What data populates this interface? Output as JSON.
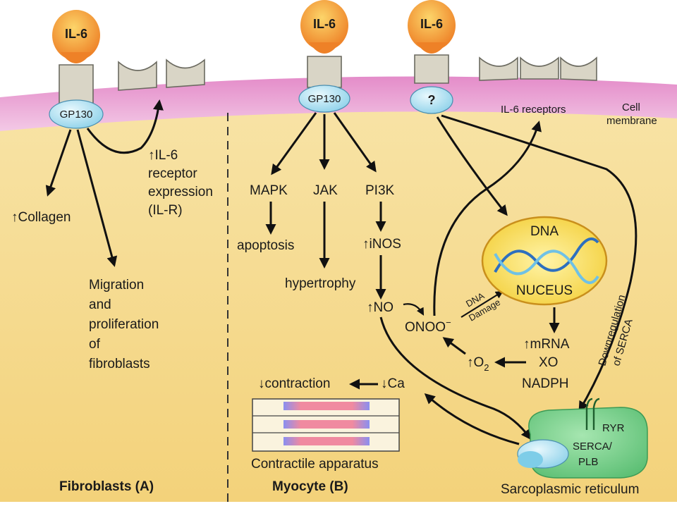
{
  "ligands": {
    "left": "IL-6",
    "center": "IL-6",
    "right": "IL-6"
  },
  "membrane": {
    "receptor_left": "GP130",
    "receptor_center": "GP130",
    "receptor_unknown": "?",
    "il6_receptors": "IL-6 receptors",
    "cell_membrane_line1": "Cell",
    "cell_membrane_line2": "membrane"
  },
  "fibroblast": {
    "collagen": "↑Collagen",
    "il6_expr_line1": "↑IL-6",
    "il6_expr_line2": "receptor",
    "il6_expr_line3": "expression",
    "il6_expr_line4": "(IL-R)",
    "migration_line1": "Migration",
    "migration_line2": "and",
    "migration_line3": "proliferation",
    "migration_line4": "of",
    "migration_line5": "fibroblasts",
    "panel_label": "Fibroblasts (A)"
  },
  "myocyte": {
    "mapk": "MAPK",
    "jak": "JAK",
    "pi3k": "PI3K",
    "apoptosis": "apoptosis",
    "hypertrophy": "hypertrophy",
    "inos": "↑iNOS",
    "no": "↑NO",
    "onoo": "ONOO",
    "onoo_sup": "−",
    "dna_damage_line1": "DNA",
    "dna_damage_line2": "Damage",
    "dna": "DNA",
    "nucleus": "NUCEUS",
    "mrna": "↑mRNA",
    "xo": "XO",
    "nadph": "NADPH",
    "o2": "↑O",
    "o2_sub": "2",
    "downregulation_line1": "Downregulation",
    "downregulation_line2": "of SERCA",
    "contraction": "↓contraction",
    "ca": "↓Ca",
    "contractile": "Contractile apparatus",
    "ryr": "RYR",
    "serca_line1": "SERCA/",
    "serca_line2": "PLB",
    "sr": "Sarcoplasmic reticulum",
    "panel_label": "Myocyte (B)"
  },
  "colors": {
    "cytoplasm": "#f6dc92",
    "membrane": "#e79ad0",
    "ligand_orange": "#f29a2e",
    "receptor_blue": "#a9def0",
    "nucleus_yellow": "#f7df5c",
    "sr_green": "#7fcf8f"
  }
}
